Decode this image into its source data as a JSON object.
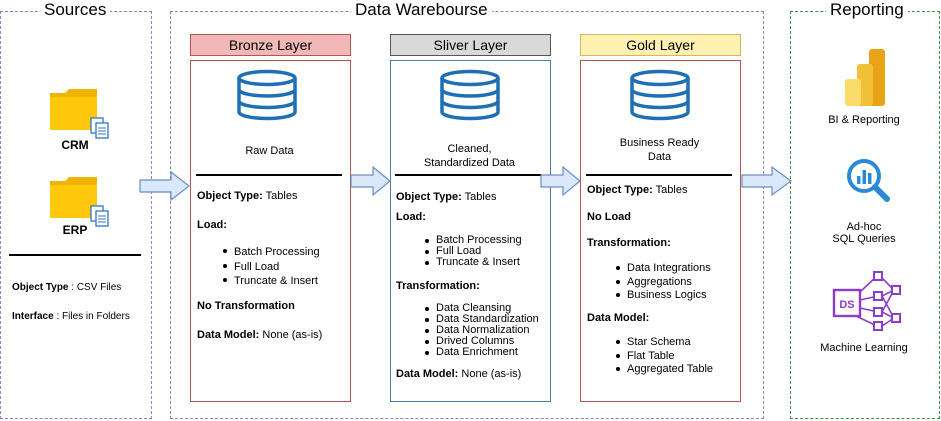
{
  "sources": {
    "title": "Sources",
    "items": [
      {
        "label": "CRM",
        "icon": "folder-document-icon"
      },
      {
        "label": "ERP",
        "icon": "folder-document-icon"
      }
    ],
    "object_type_label": "Object Type",
    "object_type_value": " : CSV Files",
    "interface_label": "Interface",
    "interface_value": " : Files in Folders"
  },
  "warehouse": {
    "title": "Data Warebourse",
    "bronze": {
      "name": "Bronze Layer",
      "description": "Raw Data",
      "object_type_label": "Object Type:",
      "object_type_value": " Tables",
      "load_label": "Load:",
      "load_items": [
        "Batch Processing",
        "Full Load",
        "Truncate & Insert"
      ],
      "transformation": "No Transformation",
      "data_model_label": "Data Model:",
      "data_model_value": " None (as-is)"
    },
    "silver": {
      "name": "Sliver Layer",
      "description_line1": "Cleaned,",
      "description_line2": "Standardized Data",
      "object_type_label": "Object Type:",
      "object_type_value": " Tables",
      "load_label": "Load:",
      "load_items": [
        "Batch Processing",
        "Full Load",
        "Truncate & Insert"
      ],
      "transformation_label": "Transformation:",
      "transformation_items": [
        "Data Cleansing",
        "Data Standardization",
        "Data Normalization",
        "Drived Columns",
        "Data Enrichment"
      ],
      "data_model_label": "Data Model:",
      "data_model_value": " None (as-is)"
    },
    "gold": {
      "name": "Gold Layer",
      "description_line1": "Business Ready",
      "description_line2": "Data",
      "object_type_label": "Object Type:",
      "object_type_value": " Tables",
      "load": "No Load",
      "transformation_label": "Transformation:",
      "transformation_items": [
        "Data Integrations",
        "Aggregations",
        "Business Logics"
      ],
      "data_model_label": "Data Model:",
      "data_model_items": [
        "Star Schema",
        "Flat Table",
        "Aggregated Table"
      ]
    }
  },
  "reporting": {
    "title": "Reporting",
    "items": [
      {
        "line1": "BI & Reporting",
        "line2": "",
        "icon": "power-bi-icon"
      },
      {
        "line1": "Ad-hoc",
        "line2": "SQL Queries",
        "icon": "search-chart-icon"
      },
      {
        "line1": "Machine Learning",
        "line2": "",
        "icon": "data-science-network-icon",
        "badge": "DS"
      }
    ]
  },
  "colors": {
    "bronze_head": "#f2b8b8",
    "bronze_border": "#b85450",
    "silver_head": "#d9d9d9",
    "silver_border": "#4a7fa6",
    "gold_head": "#fdf0b0",
    "gold_border": "#b85450",
    "database": "#1e6fb3",
    "arrow_fill": "#dae8fc",
    "arrow_stroke": "#6c8ebf",
    "section_border": "#8f7fd6",
    "reporting_border": "#3e8f4b"
  }
}
